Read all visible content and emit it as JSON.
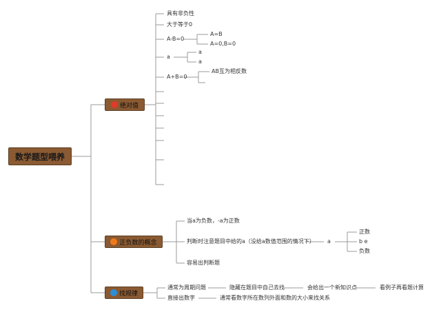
{
  "root": {
    "label": "数学题型喂养"
  },
  "colors": {
    "node_fill": "#8b5a32",
    "line": "#9a9a9a",
    "dot_red": "#e03a2a",
    "dot_orange": "#f07a1a",
    "dot_blue": "#2a8fd8"
  },
  "branch1": {
    "label": "绝对值",
    "icon": "red-dot-icon",
    "items": [
      "具有非负性",
      "大于等于0",
      "A-B=0",
      "a",
      "A+B=0"
    ],
    "ab0_children": [
      "A=B",
      "A=0,B=0"
    ],
    "a_children": [
      "a",
      "a"
    ],
    "apb0_child": "AB互为相反数"
  },
  "branch2": {
    "label": "正负数的概念",
    "icon": "orange-dot-icon",
    "items": [
      "当a为负数，-a为正数",
      "判断时注意题目中给的a（没给a数值范围的情况下）",
      "容易出判断题"
    ],
    "a_label": "a",
    "a_children": [
      "正数",
      "b e",
      "负数"
    ]
  },
  "branch3": {
    "label": "找规律",
    "icon": "blue-dot-icon",
    "row1": [
      "通常为周期问题",
      "隐藏在题目中自己去找",
      "会给出一个新知识点",
      "看例子再看题计算"
    ],
    "row2": [
      "直接出数字",
      "通常看数字所在数列外面和数的大小来找关系"
    ]
  }
}
